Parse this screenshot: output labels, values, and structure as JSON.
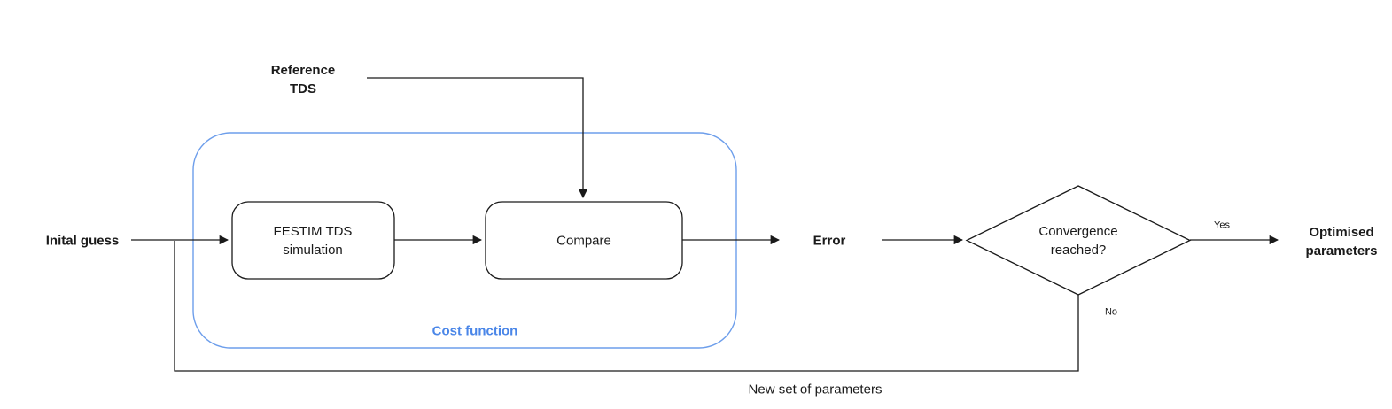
{
  "colors": {
    "line": "#1a1a1a",
    "container_stroke": "#6d9eeb",
    "accent_blue": "#4a86e8",
    "node_fill": "#ffffff"
  },
  "nodes": {
    "initial_guess": {
      "label": "Inital guess"
    },
    "reference_tds": {
      "line1": "Reference",
      "line2": "TDS"
    },
    "festim_simulation": {
      "line1": "FESTIM TDS",
      "line2": "simulation"
    },
    "compare": {
      "label": "Compare"
    },
    "error": {
      "label": "Error"
    },
    "convergence_decision": {
      "line1": "Convergence",
      "line2": "reached?"
    },
    "optimised_parameters": {
      "line1": "Optimised",
      "line2": "parameters"
    }
  },
  "container": {
    "label": "Cost function"
  },
  "edges": {
    "yes_label": "Yes",
    "no_label": "No",
    "feedback_label": "New set of parameters"
  }
}
